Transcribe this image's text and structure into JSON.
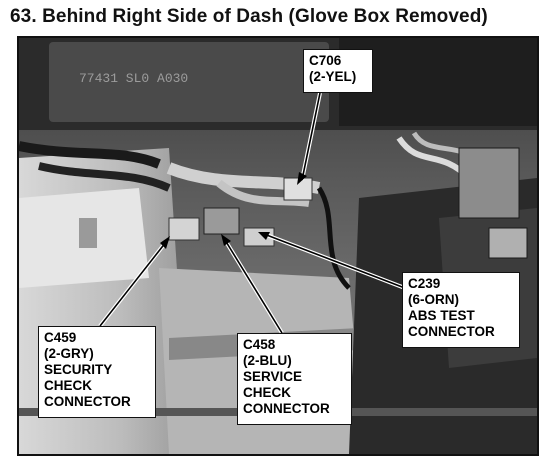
{
  "figure": {
    "title": "63. Behind Right Side of Dash (Glove Box Removed)",
    "panel_stamp": "77431 SL0 A030"
  },
  "callouts": {
    "c706": {
      "lines": [
        "C706",
        "(2-YEL)"
      ]
    },
    "c239": {
      "lines": [
        "C239",
        "(6-ORN)",
        "ABS TEST",
        "CONNECTOR"
      ]
    },
    "c459": {
      "lines": [
        "C459",
        "(2-GRY)",
        "SECURITY",
        "CHECK",
        "CONNECTOR"
      ]
    },
    "c458": {
      "lines": [
        "C458",
        "(2-BLU)",
        "SERVICE",
        "CHECK",
        "CONNECTOR"
      ]
    }
  }
}
